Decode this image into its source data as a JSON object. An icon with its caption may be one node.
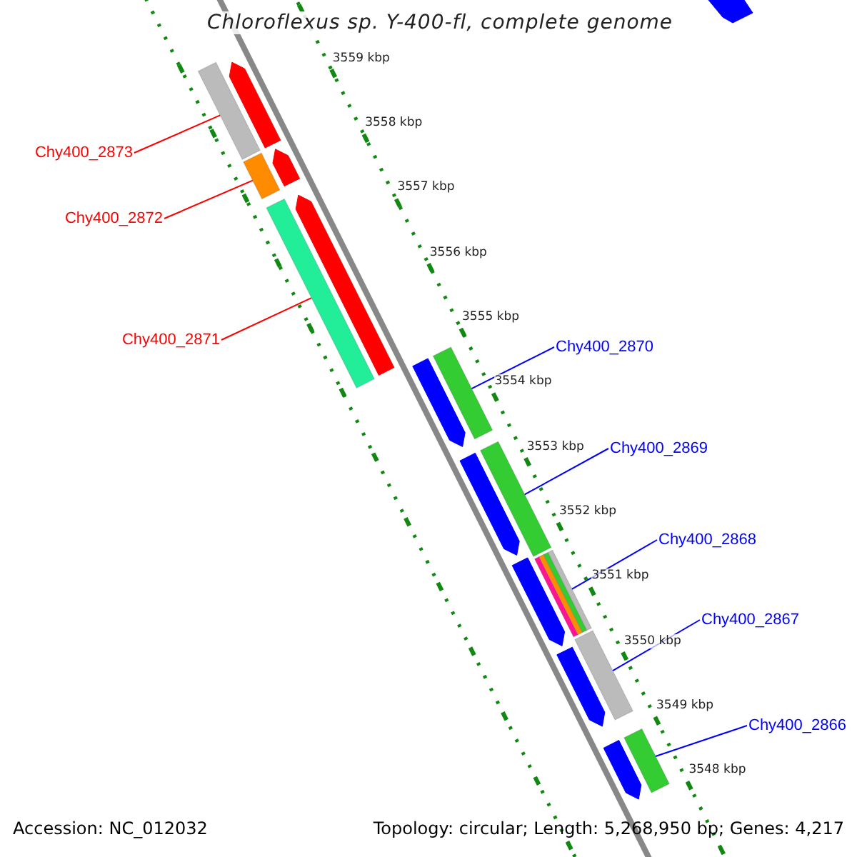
{
  "diagram": {
    "title": "Chloroflexus sp. Y-400-fl, complete genome",
    "nodes": [
      {
        "text": [
          "Chy400_2873"
        ]
      },
      {
        "text": [],
        "shape": "bar"
      },
      {
        "text": [
          "Chy400_2872"
        ]
      },
      {
        "text": [],
        "shape": "bar"
      },
      {
        "text": [
          "Chy400_2871"
        ]
      },
      {
        "text": [],
        "shape": "bar"
      },
      {
        "text": [
          "Chy400_2870"
        ]
      },
      {
        "text": [],
        "shape": "bar"
      },
      {
        "text": [
          "Chy400_2869"
        ]
      },
      {
        "text": [],
        "shape": "bar"
      },
      {
        "text": [
          "Chy400_2868"
        ]
      },
      {
        "text": [],
        "shape": "bar"
      },
      {
        "text": [
          "Chy400_2867"
        ]
      },
      {
        "text": [],
        "shape": "bar"
      },
      {
        "text": [
          "Chy400_2866"
        ]
      },
      {
        "text": [],
        "shape": "bar"
      },
      {
        "text": [],
        "shape": "bar"
      },
      {
        "text": [],
        "shape": "bar"
      },
      {
        "text": [],
        "shape": "bar"
      },
      {
        "text": [],
        "shape": "bar"
      },
      {
        "text": [],
        "shape": "bar"
      },
      {
        "text": [],
        "shape": "bar"
      },
      {
        "text": [],
        "shape": "bar"
      },
      {
        "text": [],
        "shape": "bar"
      },
      {
        "text": [],
        "shape": "bar"
      }
    ],
    "edges": [
      {
        "from": 0,
        "to": 1,
        "arrow": "none",
        "color": "#ff0000"
      },
      {
        "from": 2,
        "to": 3,
        "arrow": "none",
        "color": "#ff0000"
      },
      {
        "from": 4,
        "to": 5,
        "arrow": "none",
        "color": "#ff0000"
      },
      {
        "from": 6,
        "to": 7,
        "arrow": "none"
      },
      {
        "from": 8,
        "to": 9,
        "arrow": "none"
      },
      {
        "from": 10,
        "to": 11,
        "arrow": "none"
      },
      {
        "from": 12,
        "to": 13,
        "arrow": "none"
      },
      {
        "from": 14,
        "to": 15,
        "arrow": "none"
      }
    ],
    "labels": [
      "3559 kbp",
      "3558 kbp",
      "3557 kbp",
      "3556 kbp",
      "3555 kbp",
      "3554 kbp",
      "3553 kbp",
      "3552 kbp",
      "3551 kbp",
      "3550 kbp",
      "3549 kbp",
      "3548 kbp",
      "Accession: NC_012032",
      "Topology: circular; Length: 5,268,950 bp; Genes: 4,217"
    ]
  }
}
